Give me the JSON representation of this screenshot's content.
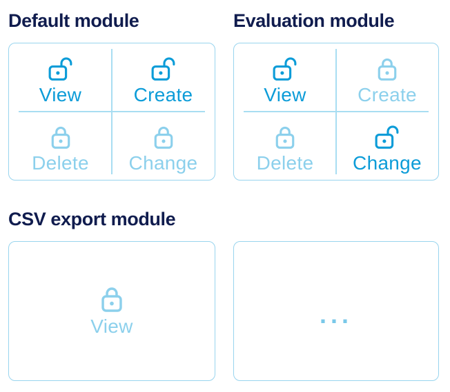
{
  "colors": {
    "title_text": "#101C4E",
    "permission_granted": "#0C9CD8",
    "permission_denied": "#8CD0EC",
    "card_border": "#98D4EE",
    "divider": "#A8DDF2",
    "ellipsis": "#79C8E9"
  },
  "modules": [
    {
      "title": "Default module",
      "permissions": [
        {
          "label": "View",
          "state": "granted",
          "icon": "lock-open-icon"
        },
        {
          "label": "Create",
          "state": "granted",
          "icon": "lock-open-icon"
        },
        {
          "label": "Delete",
          "state": "denied",
          "icon": "lock-closed-icon"
        },
        {
          "label": "Change",
          "state": "denied",
          "icon": "lock-closed-icon"
        }
      ]
    },
    {
      "title": "Evaluation module",
      "permissions": [
        {
          "label": "View",
          "state": "granted",
          "icon": "lock-open-icon"
        },
        {
          "label": "Create",
          "state": "denied",
          "icon": "lock-closed-icon"
        },
        {
          "label": "Delete",
          "state": "denied",
          "icon": "lock-closed-icon"
        },
        {
          "label": "Change",
          "state": "granted",
          "icon": "lock-open-icon"
        }
      ]
    },
    {
      "title": "CSV export module",
      "permissions": [
        {
          "label": "View",
          "state": "denied",
          "icon": "lock-closed-icon"
        }
      ]
    },
    {
      "title": "",
      "more_indicator": "..."
    }
  ]
}
